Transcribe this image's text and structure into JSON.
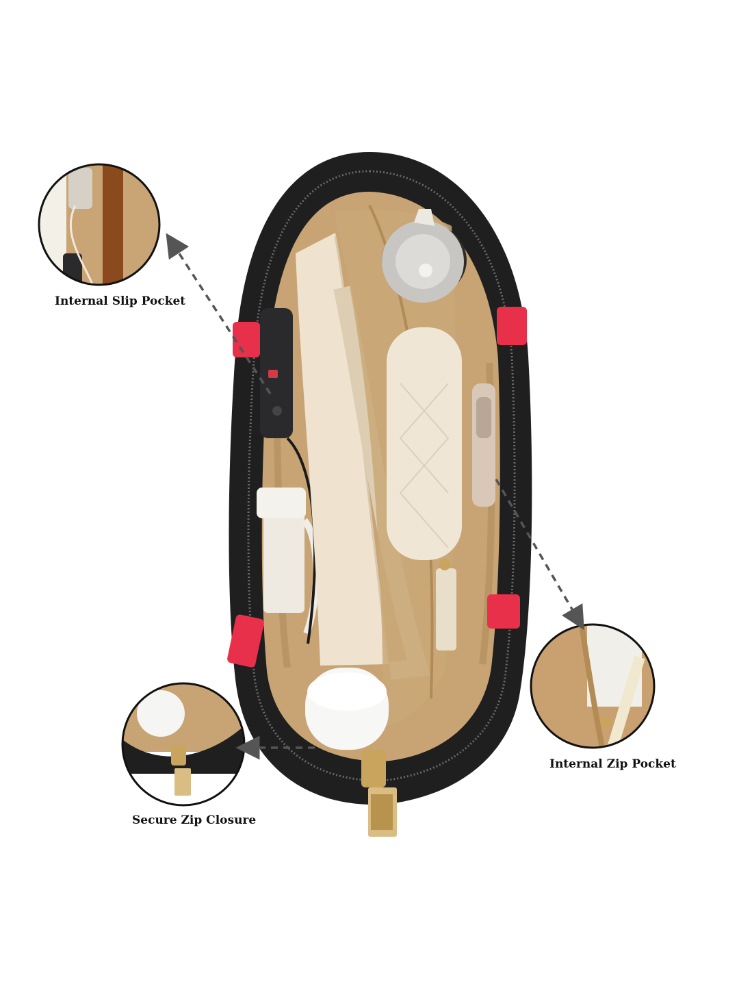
{
  "callouts": {
    "internal_slip_pocket": "Internal Slip Pocket",
    "internal_zip_pocket": "Internal Zip Pocket",
    "secure_zip_closure": "Secure Zip Closure"
  },
  "colors": {
    "bag_exterior": "#1f1f1f",
    "lining": "#c8a474",
    "accent_tab": "#e8304a",
    "hardware": "#c9a45c",
    "arrow": "#555555"
  }
}
